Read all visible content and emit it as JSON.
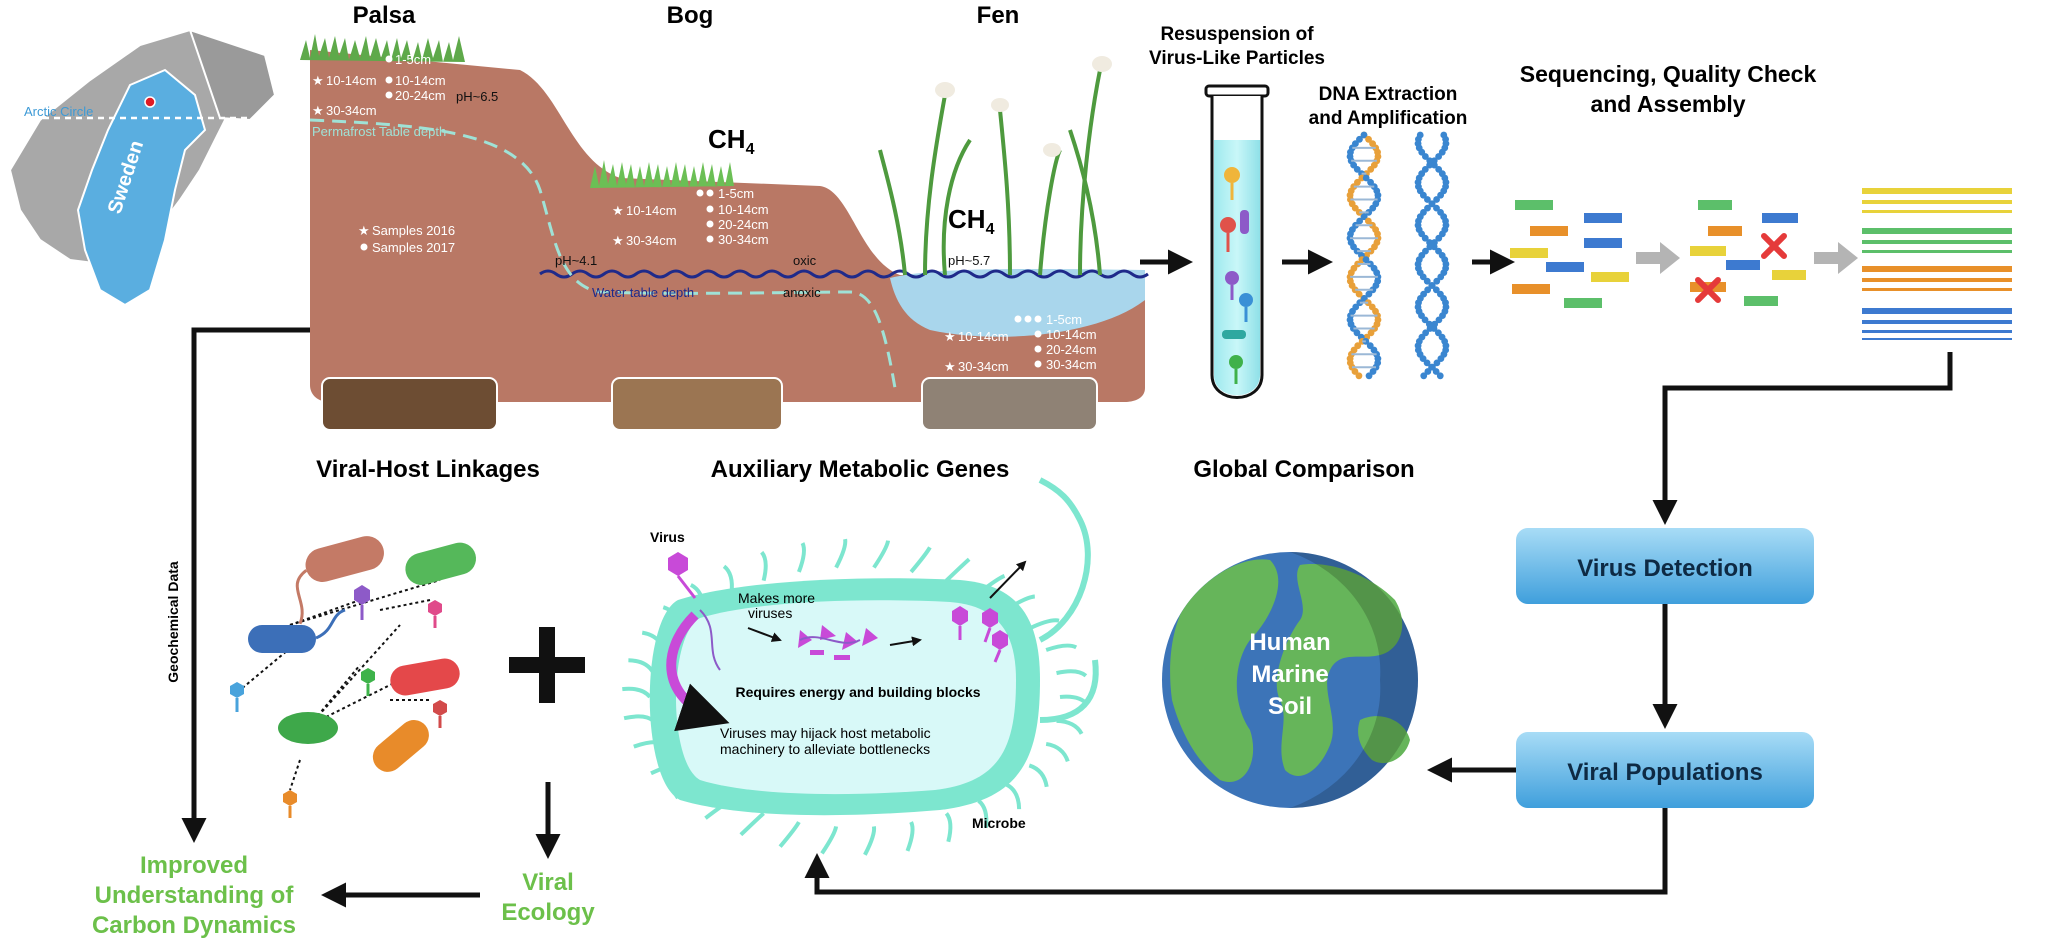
{
  "map": {
    "arctic_circle": "Arctic Circle",
    "country": "Sweden"
  },
  "sites": {
    "palsa": "Palsa",
    "bog": "Bog",
    "fen": "Fen"
  },
  "palsa_depths": {
    "d1": "1-5cm",
    "d2": "10-14cm",
    "d3": "20-24cm",
    "d4": "10-14cm",
    "d5": "30-34cm",
    "ph": "pH~6.5"
  },
  "permafrost_label": "Permafrost Table depth",
  "legend": {
    "samples_2016": "Samples 2016",
    "samples_2017": "Samples 2017"
  },
  "bog_depths": {
    "d1": "1-5cm",
    "d2": "10-14cm",
    "d3": "20-24cm",
    "d4": "30-34cm",
    "s1": "10-14cm",
    "s2": "30-34cm",
    "ph": "pH~4.1",
    "oxic": "oxic",
    "anoxic": "anoxic"
  },
  "water_table_label": "Water table depth",
  "fen_depths": {
    "d1": "1-5cm",
    "d2": "10-14cm",
    "d3": "20-24cm",
    "d4": "30-34cm",
    "s1": "10-14cm",
    "s2": "30-34cm",
    "ph": "pH~5.7"
  },
  "methane": {
    "ch": "CH",
    "sub": "4"
  },
  "steps": {
    "resuspension_1": "Resuspension of",
    "resuspension_2": "Virus-Like Particles",
    "dna_1": "DNA Extraction",
    "dna_2": "and Amplification",
    "seq_1": "Sequencing, Quality Check",
    "seq_2": "and Assembly"
  },
  "pipeline": {
    "virus_detection": "Virus Detection",
    "viral_populations": "Viral Populations"
  },
  "sections": {
    "viral_host": "Viral-Host Linkages",
    "amg": "Auxiliary Metabolic Genes",
    "global": "Global Comparison"
  },
  "globe": {
    "l1": "Human",
    "l2": "Marine",
    "l3": "Soil"
  },
  "amg_cell": {
    "virus": "Virus",
    "makes_1": "Makes more",
    "makes_2": "viruses",
    "requires": "Requires energy and building blocks",
    "hijack_1": "Viruses may hijack host metabolic",
    "hijack_2": "machinery to alleviate bottlenecks",
    "microbe": "Microbe"
  },
  "geochem": "Geochemical Data",
  "outcomes": {
    "viral_1": "Viral",
    "viral_2": "Ecology",
    "improved_1": "Improved",
    "improved_2": "Understanding of",
    "improved_3": "Carbon Dynamics"
  },
  "colors": {
    "soil": "#b97865",
    "water": "#a9d6ec",
    "wave": "#1f2a8a",
    "sweden": "#5aaee0",
    "box_blue": "#4aa8e0",
    "green_text": "#6cc04a",
    "cell": "#7de6cf"
  }
}
